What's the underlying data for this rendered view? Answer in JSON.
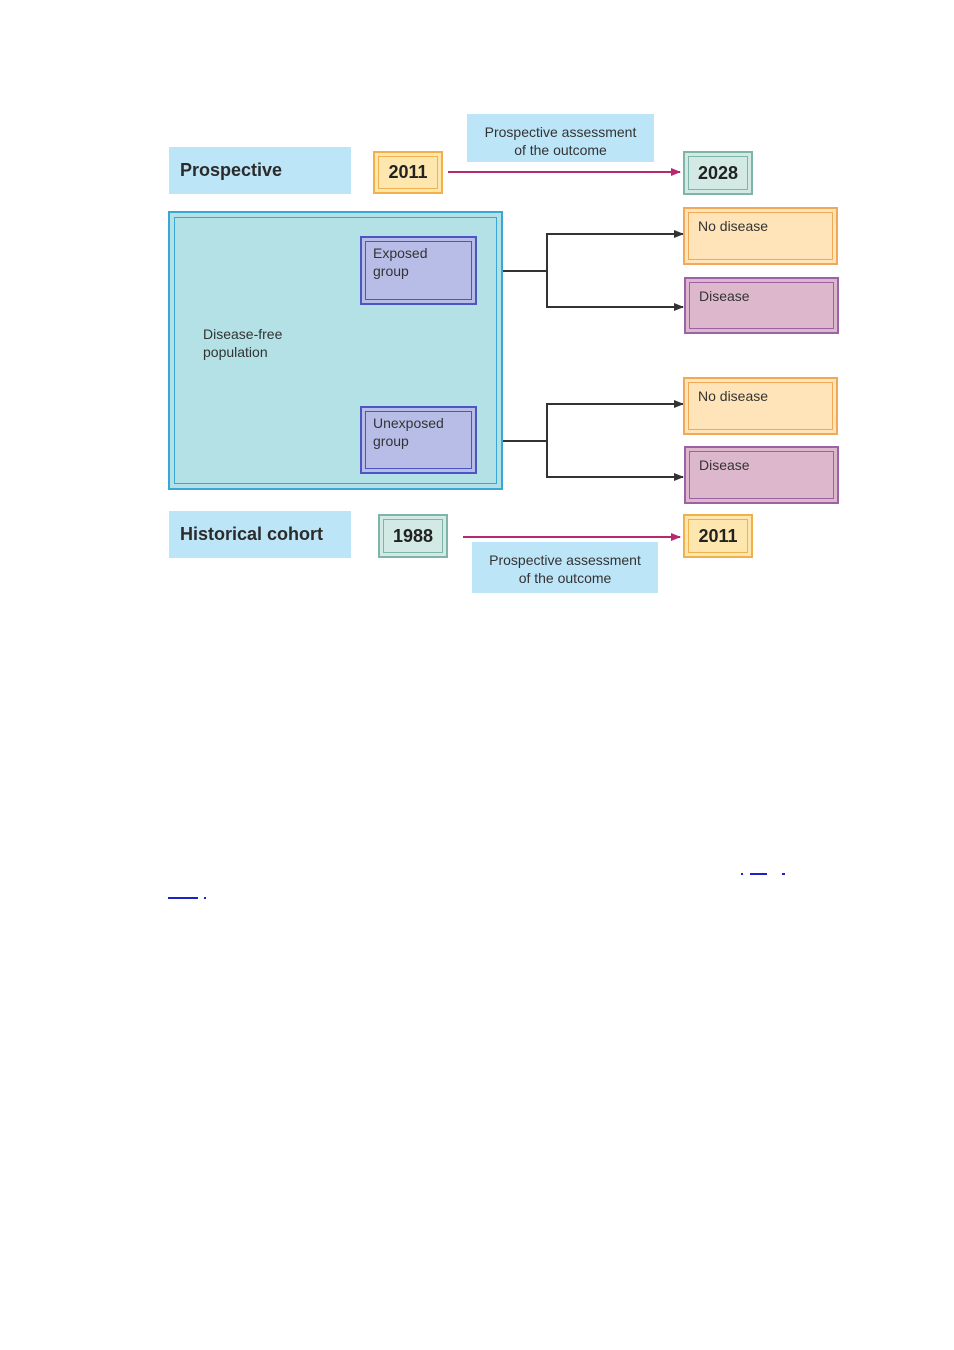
{
  "prospective": {
    "label": "Prospective",
    "start_year": "2011",
    "end_year": "2028",
    "note_line1": "Prospective assessment",
    "note_line2": "of the outcome"
  },
  "population": {
    "label_line1": "Disease-free",
    "label_line2": "population"
  },
  "exposed": {
    "label_line1": "Exposed",
    "label_line2": "group",
    "outcome_no": "No disease",
    "outcome_yes": "Disease"
  },
  "unexposed": {
    "label_line1": "Unexposed",
    "label_line2": "group",
    "outcome_no": "No disease",
    "outcome_yes": "Disease"
  },
  "historical": {
    "label": "Historical cohort",
    "start_year": "1988",
    "end_year": "2011",
    "note_line1": "Prospective assessment",
    "note_line2": "of the outcome"
  },
  "colors": {
    "arrow_timeline": "#b8286f",
    "connector": "#333333",
    "label_bg": "#bde5f8"
  }
}
